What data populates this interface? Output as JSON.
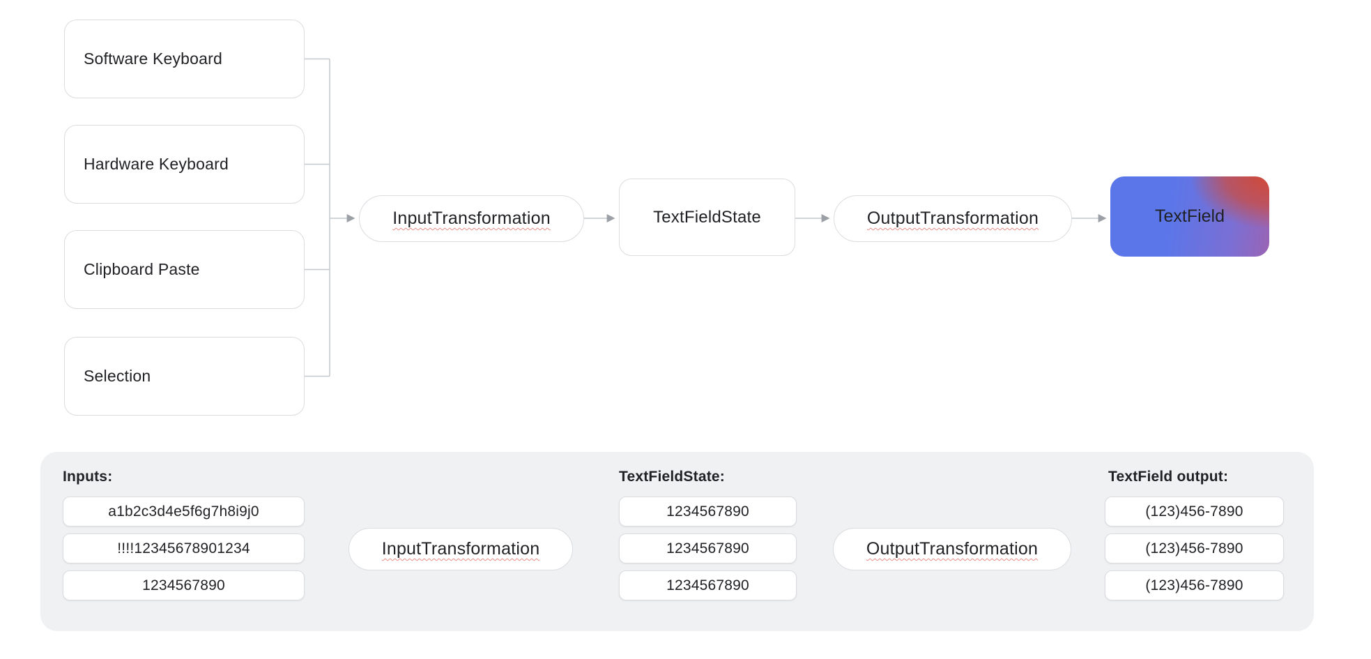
{
  "diagram": {
    "sources": [
      {
        "label": "Software Keyboard"
      },
      {
        "label": "Hardware Keyboard"
      },
      {
        "label": "Clipboard Paste"
      },
      {
        "label": "Selection"
      }
    ],
    "input_transformation": "InputTransformation",
    "textfield_state": "TextFieldState",
    "output_transformation": "OutputTransformation",
    "textfield": "TextField"
  },
  "example": {
    "inputs_heading": "Inputs:",
    "inputs": [
      "a1b2c3d4e5f6g7h8i9j0",
      "!!!!12345678901234",
      "1234567890"
    ],
    "input_transformation": "InputTransformation",
    "state_heading": "TextFieldState:",
    "state_values": [
      "1234567890",
      "1234567890",
      "1234567890"
    ],
    "output_transformation": "OutputTransformation",
    "output_heading": "TextField output:",
    "output_values": [
      "(123)456-7890",
      "(123)456-7890",
      "(123)456-7890"
    ]
  },
  "colors": {
    "text": "#202124",
    "node_border": "#dadce0",
    "connector": "#c4c7cb",
    "arrowhead": "#9aa0a6",
    "panel_bg": "#eff1f3",
    "squiggle_red": "#d93025",
    "textfield_gradient_blue": "#5b76e9",
    "textfield_gradient_purple": "#8a6bc9",
    "textfield_gradient_red": "#cd4b3c"
  }
}
